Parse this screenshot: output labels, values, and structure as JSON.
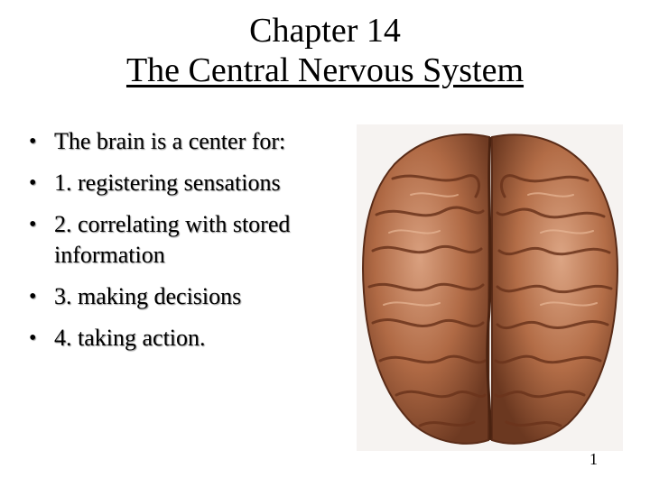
{
  "title": {
    "line1": "Chapter 14",
    "line2": "The Central Nervous System"
  },
  "bullets": [
    "The brain is a center for:",
    "1. registering sensations",
    "2. correlating with stored information",
    "3. making decisions",
    "4. taking action."
  ],
  "bullet_glyph": "•",
  "image": {
    "subject": "brain-illustration"
  },
  "slide_number": "1"
}
